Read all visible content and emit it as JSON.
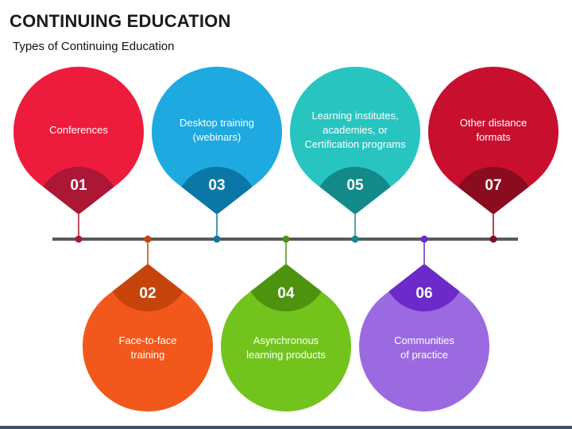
{
  "title": "CONTINUING EDUCATION",
  "subtitle": "Types of Continuing Education",
  "items": [
    {
      "num": "01",
      "lines": [
        "Conferences"
      ],
      "color": "#ee1c3c",
      "dark": "#ab1735",
      "position": "top"
    },
    {
      "num": "02",
      "lines": [
        "Face-to-face",
        "training"
      ],
      "color": "#f2581b",
      "dark": "#c7430c",
      "position": "bottom"
    },
    {
      "num": "03",
      "lines": [
        "Desktop training",
        "(webinars)"
      ],
      "color": "#1ea9e1",
      "dark": "#0b77a6",
      "position": "top"
    },
    {
      "num": "04",
      "lines": [
        "Asynchronous",
        "learning products"
      ],
      "color": "#72c41d",
      "dark": "#4e930f",
      "position": "bottom"
    },
    {
      "num": "05",
      "lines": [
        "Learning institutes,",
        "academies, or",
        "Certification programs"
      ],
      "color": "#28c4c0",
      "dark": "#128a8a",
      "position": "top"
    },
    {
      "num": "06",
      "lines": [
        "Communities",
        "of practice"
      ],
      "color": "#9b6ae0",
      "dark": "#6b2ac9",
      "position": "bottom"
    },
    {
      "num": "07",
      "lines": [
        "Other distance",
        "formats"
      ],
      "color": "#c8102e",
      "dark": "#8a0c1e",
      "position": "top"
    }
  ],
  "timeline_color": "#595959"
}
